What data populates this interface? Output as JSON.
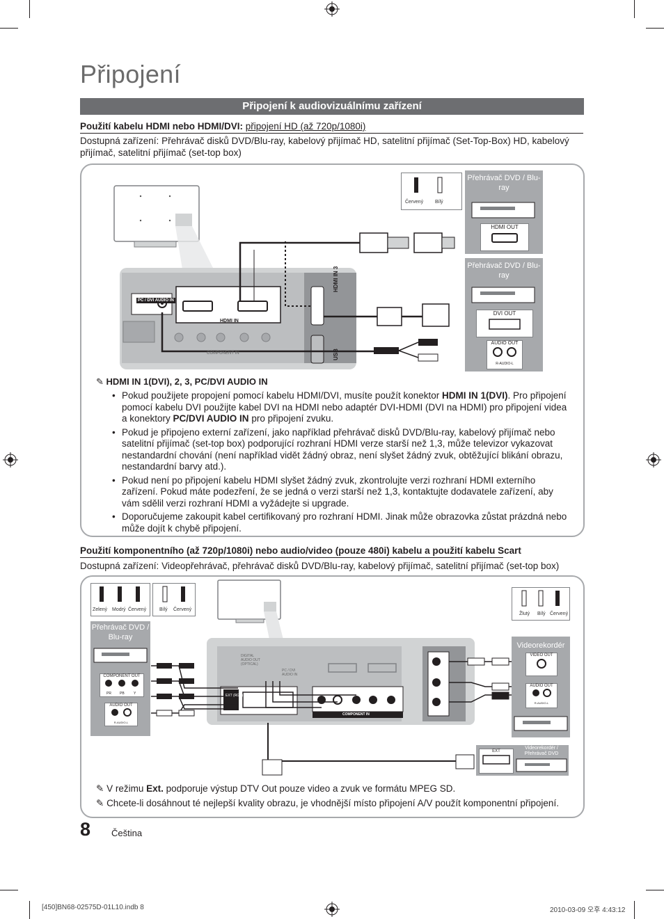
{
  "page": {
    "title": "Připojení",
    "page_number": "8",
    "language": "Čeština",
    "footer_left": "[450]BN68-02575D-01L10.indb   8",
    "footer_right": "2010-03-09   오후 4:43:12"
  },
  "section_header": "Připojení k audiovizuálnímu zařízení",
  "hdmi_section": {
    "heading_bold": "Použití kabelu HDMI nebo HDMI/DVI: ",
    "heading_normal": "připojení HD (až 720p/1080i)",
    "devices_text": "Dostupná zařízení: Přehrávač disků DVD/Blu-ray, kabelový přijímač HD, satelitní přijímač (Set-Top-Box) HD, kabelový přijímač, satelitní přijímač (set-top box)",
    "diagram": {
      "connector_red": "Červený",
      "connector_white": "Bílý",
      "device1_title": "Přehrávač DVD / Blu-ray",
      "device1_port": "HDMI OUT",
      "device2_title": "Přehrávač DVD / Blu-ray",
      "device2_port1": "DVI OUT",
      "device2_port2": "AUDIO OUT",
      "device2_port2_sub": "R-AUDIO-L",
      "tv_pc_audio": "PC / DVI AUDIO IN",
      "tv_hdmi_in": "HDMI IN",
      "tv_hdmi3": "HDMI IN 3",
      "tv_component": "COMPONENT IN",
      "tv_usb": "USB"
    },
    "note_title": "HDMI IN 1(DVI), 2, 3, PC/DVI AUDIO IN",
    "bullets": [
      {
        "parts": [
          {
            "t": "Pokud použijete propojení pomocí kabelu HDMI/DVI, musíte použít konektor ",
            "b": false
          },
          {
            "t": "HDMI IN 1(DVI)",
            "b": true
          },
          {
            "t": ". Pro připojení pomocí kabelu DVI použijte kabel DVI na HDMI nebo adaptér DVI-HDMI (DVI na HDMI) pro připojení videa a konektory ",
            "b": false
          },
          {
            "t": "PC/DVI AUDIO IN",
            "b": true
          },
          {
            "t": " pro připojení zvuku.",
            "b": false
          }
        ]
      },
      {
        "parts": [
          {
            "t": "Pokud je připojeno externí zařízení, jako například přehrávač disků DVD/Blu-ray, kabelový přijímač nebo satelitní přijímač (set-top box) podporující rozhraní HDMI verze starší než 1,3, může televizor vykazovat nestandardní chování (není například vidět žádný obraz, není slyšet žádný zvuk, obtěžující blikání obrazu, nestandardní barvy atd.).",
            "b": false
          }
        ]
      },
      {
        "parts": [
          {
            "t": "Pokud není po připojení kabelu HDMI slyšet žádný zvuk, zkontrolujte verzi rozhraní HDMI externího zařízení. Pokud máte podezření, že se jedná o verzi starší než 1,3, kontaktujte dodavatele zařízení, aby vám sdělil verzi rozhraní HDMI a vyžádejte si upgrade.",
            "b": false
          }
        ]
      },
      {
        "parts": [
          {
            "t": "Doporučujeme zakoupit kabel certifikovaný pro rozhraní HDMI. Jinak může obrazovka zůstat prázdná nebo může dojít k chybě připojení.",
            "b": false
          }
        ]
      }
    ]
  },
  "component_section": {
    "heading": "Použití komponentního (až 720p/1080i) nebo audio/video (pouze 480i) kabelu a použití kabelu Scart",
    "devices_text": "Dostupná zařízení: Videopřehrávač, přehrávač disků DVD/Blu-ray, kabelový přijímač, satelitní přijímač (set-top box)",
    "diagram": {
      "conn_green": "Zelený",
      "conn_blue": "Modrý",
      "conn_red": "Červený",
      "conn_white": "Bílý",
      "conn_red2": "Červený",
      "conn_yellow": "Žlutý",
      "conn_white2": "Bílý",
      "conn_red3": "Červený",
      "left_device_title": "Přehrávač DVD / Blu-ray",
      "left_component_out": "COMPONENT OUT",
      "left_pr": "PR",
      "left_pb": "PB",
      "left_y": "Y",
      "left_audio_out": "AUDIO OUT",
      "left_audio_sub": "R-AUDIO-L",
      "right_device_title": "Videorekordér",
      "right_video_out": "VIDEO OUT",
      "right_audio_out": "AUDIO OUT",
      "right_audio_sub": "R-AUDIO-L",
      "bottom_ext": "EXT",
      "bottom_device_title": "Videorekordér / Přehrávač DVD",
      "tv_ext": "EXT (RGB)",
      "tv_component": "COMPONENT IN",
      "tv_optical": "DIGITAL AUDIO OUT (OPTICAL)",
      "tv_pc_audio": "PC / DVI AUDIO IN"
    },
    "notes": [
      {
        "parts": [
          {
            "t": "V režimu ",
            "b": false
          },
          {
            "t": "Ext.",
            "b": true
          },
          {
            "t": " podporuje výstup DTV Out pouze video a zvuk ve formátu MPEG SD.",
            "b": false
          }
        ]
      },
      {
        "parts": [
          {
            "t": "Chcete-li dosáhnout té nejlepší kvality obrazu, je vhodnější místo připojení A/V použít komponentní připojení.",
            "b": false
          }
        ]
      }
    ]
  }
}
